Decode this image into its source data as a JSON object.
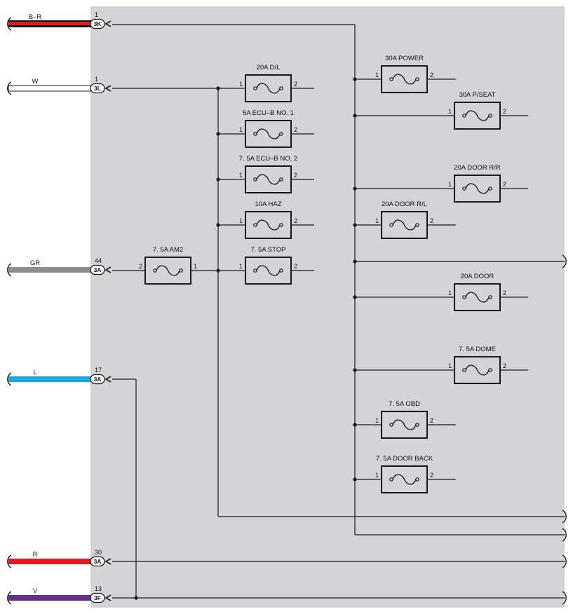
{
  "wires": [
    {
      "color_name": "B–R",
      "pin": "1",
      "connector": "3K",
      "colors": [
        "#e21b23",
        "#111111"
      ]
    },
    {
      "color_name": "W",
      "pin": "1",
      "connector": "3L",
      "colors": [
        "#ffffff"
      ]
    },
    {
      "color_name": "GR",
      "pin": "44",
      "connector": "3A",
      "colors": [
        "#8e8e8e"
      ]
    },
    {
      "color_name": "L",
      "pin": "17",
      "connector": "3A",
      "colors": [
        "#1aa7e0"
      ]
    },
    {
      "color_name": "R",
      "pin": "30",
      "connector": "3A",
      "colors": [
        "#e21b23"
      ]
    },
    {
      "color_name": "V",
      "pin": "13",
      "connector": "3F",
      "colors": [
        "#6b2c91"
      ]
    }
  ],
  "fuses": [
    {
      "id": "d-l",
      "label": "20A D/L",
      "pin_left": "1",
      "pin_right": "2"
    },
    {
      "id": "ecu-b-no1",
      "label": "5A ECU–B NO. 1",
      "pin_left": "1",
      "pin_right": "2"
    },
    {
      "id": "ecu-b-no2",
      "label": "7. 5A ECU–B NO. 2",
      "pin_left": "1",
      "pin_right": "2"
    },
    {
      "id": "haz",
      "label": "10A HAZ",
      "pin_left": "1",
      "pin_right": "2"
    },
    {
      "id": "stop",
      "label": "7. 5A STOP",
      "pin_left": "1",
      "pin_right": "2"
    },
    {
      "id": "am2",
      "label": "7. 5A AM2",
      "pin_left": "2",
      "pin_right": "1"
    },
    {
      "id": "power",
      "label": "30A POWER",
      "pin_left": "1",
      "pin_right": "2"
    },
    {
      "id": "p-seat",
      "label": "30A P/SEAT",
      "pin_left": "1",
      "pin_right": "2"
    },
    {
      "id": "door-rr",
      "label": "20A DOOR R/R",
      "pin_left": "1",
      "pin_right": "2"
    },
    {
      "id": "door-rl",
      "label": "20A DOOR R/L",
      "pin_left": "1",
      "pin_right": "2"
    },
    {
      "id": "door",
      "label": "20A DOOR",
      "pin_left": "1",
      "pin_right": "2"
    },
    {
      "id": "dome",
      "label": "7. 5A DOME",
      "pin_left": "1",
      "pin_right": "2"
    },
    {
      "id": "obd",
      "label": "7. 5A OBD",
      "pin_left": "1",
      "pin_right": "2"
    },
    {
      "id": "door-back",
      "label": "7. 5A DOOR BACK",
      "pin_left": "1",
      "pin_right": "2"
    }
  ],
  "colors": {
    "panel": "#d4d4d6",
    "line": "#1a1a1a"
  }
}
